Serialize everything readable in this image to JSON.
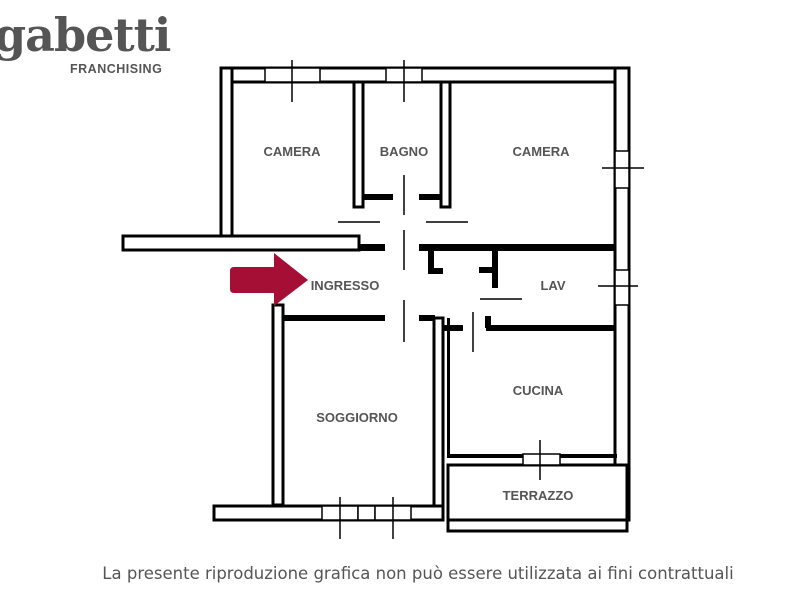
{
  "logo": {
    "brand": "gabetti",
    "subtitle": "FRANCHISING"
  },
  "rooms": {
    "camera_left": "CAMERA",
    "bagno": "BAGNO",
    "camera_right": "CAMERA",
    "ingresso": "INGRESSO",
    "lav": "LAV",
    "soggiorno": "SOGGIORNO",
    "cucina": "CUCINA",
    "terrazzo": "TERRAZZO"
  },
  "colors": {
    "entrance_arrow": "#a50f35",
    "walls": "#000000",
    "text": "#555555"
  },
  "caption": "La presente riproduzione grafica non può essere utilizzata ai fini contrattuali"
}
